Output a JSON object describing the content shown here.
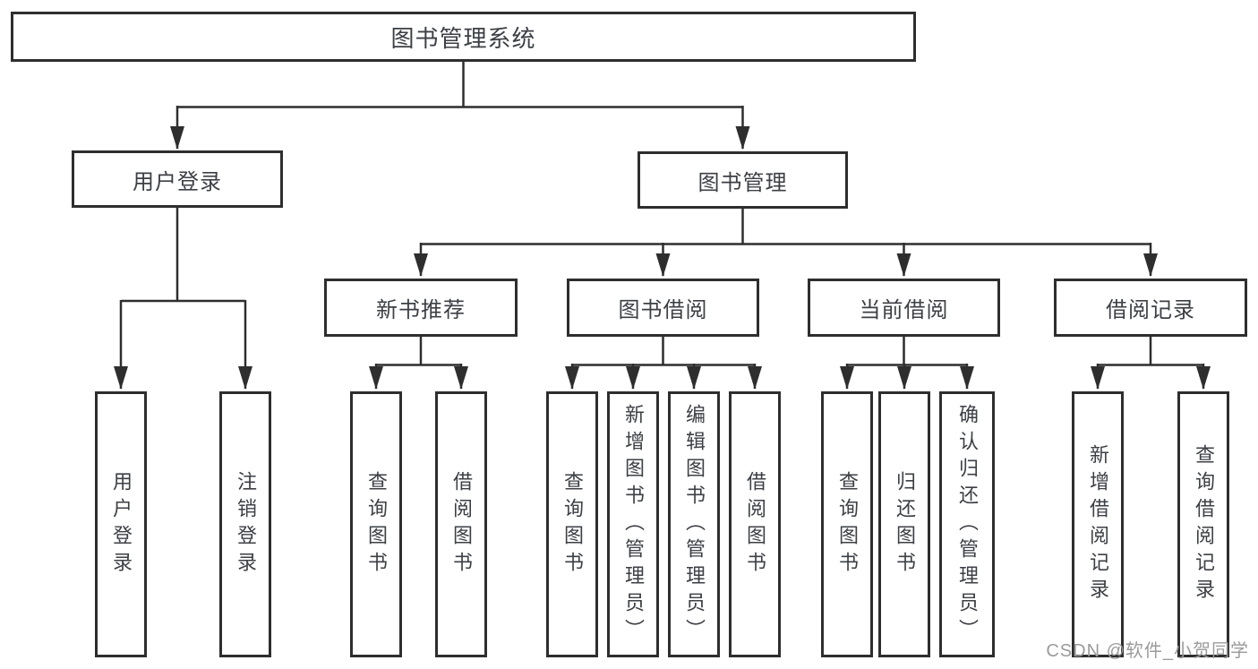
{
  "colors": {
    "line": "#2e2e2e",
    "text": "#3c3f44",
    "watermark": "#9b9b9b",
    "background": "#ffffff"
  },
  "watermark": "CSDN @软件_小贺同学",
  "tree": {
    "root": "图书管理系统",
    "login": {
      "label": "用户登录",
      "items": [
        "用户登录",
        "注销登录"
      ]
    },
    "management": {
      "label": "图书管理"
    },
    "sections": [
      {
        "label": "新书推荐",
        "items": [
          "查询图书",
          "借阅图书"
        ]
      },
      {
        "label": "图书借阅",
        "items": [
          "查询图书",
          "新增图书（管理员）",
          "编辑图书（管理员）",
          "借阅图书"
        ]
      },
      {
        "label": "当前借阅",
        "items": [
          "查询图书",
          "归还图书",
          "确认归还（管理员）"
        ]
      },
      {
        "label": "借阅记录",
        "items": [
          "新增借阅记录",
          "查询借阅记录"
        ]
      }
    ]
  }
}
